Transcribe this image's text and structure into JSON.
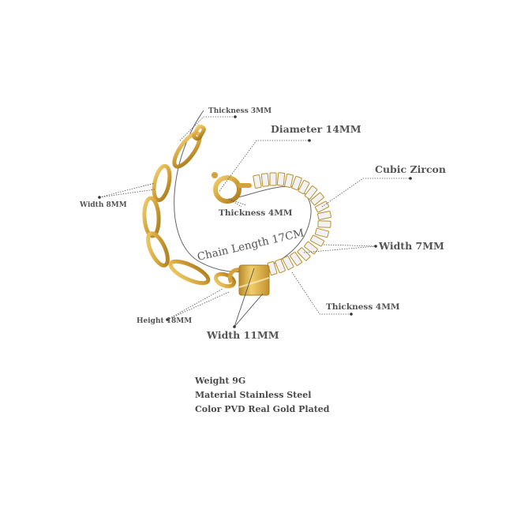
{
  "callouts": {
    "thickness_top": "Thickness 3MM",
    "diameter": "Diameter 14MM",
    "cubic_zircon": "Cubic Zircon",
    "width_8": "Width 8MM",
    "thickness_clasp": "Thickness 4MM",
    "chain_length": "Chain Length 17CM",
    "width_7": "Width 7MM",
    "height_18": "Height 18MM",
    "width_11": "Width 11MM",
    "thickness_zircon": "Thickness 4MM"
  },
  "specs": {
    "weight": "Weight 9G",
    "material": "Material Stainless Steel",
    "color": "Color PVD Real Gold Plated"
  },
  "colors": {
    "gold": "#d4a23a",
    "gold_dark": "#a87a1e",
    "text": "#555555",
    "zircon": "#f2f2f4"
  }
}
